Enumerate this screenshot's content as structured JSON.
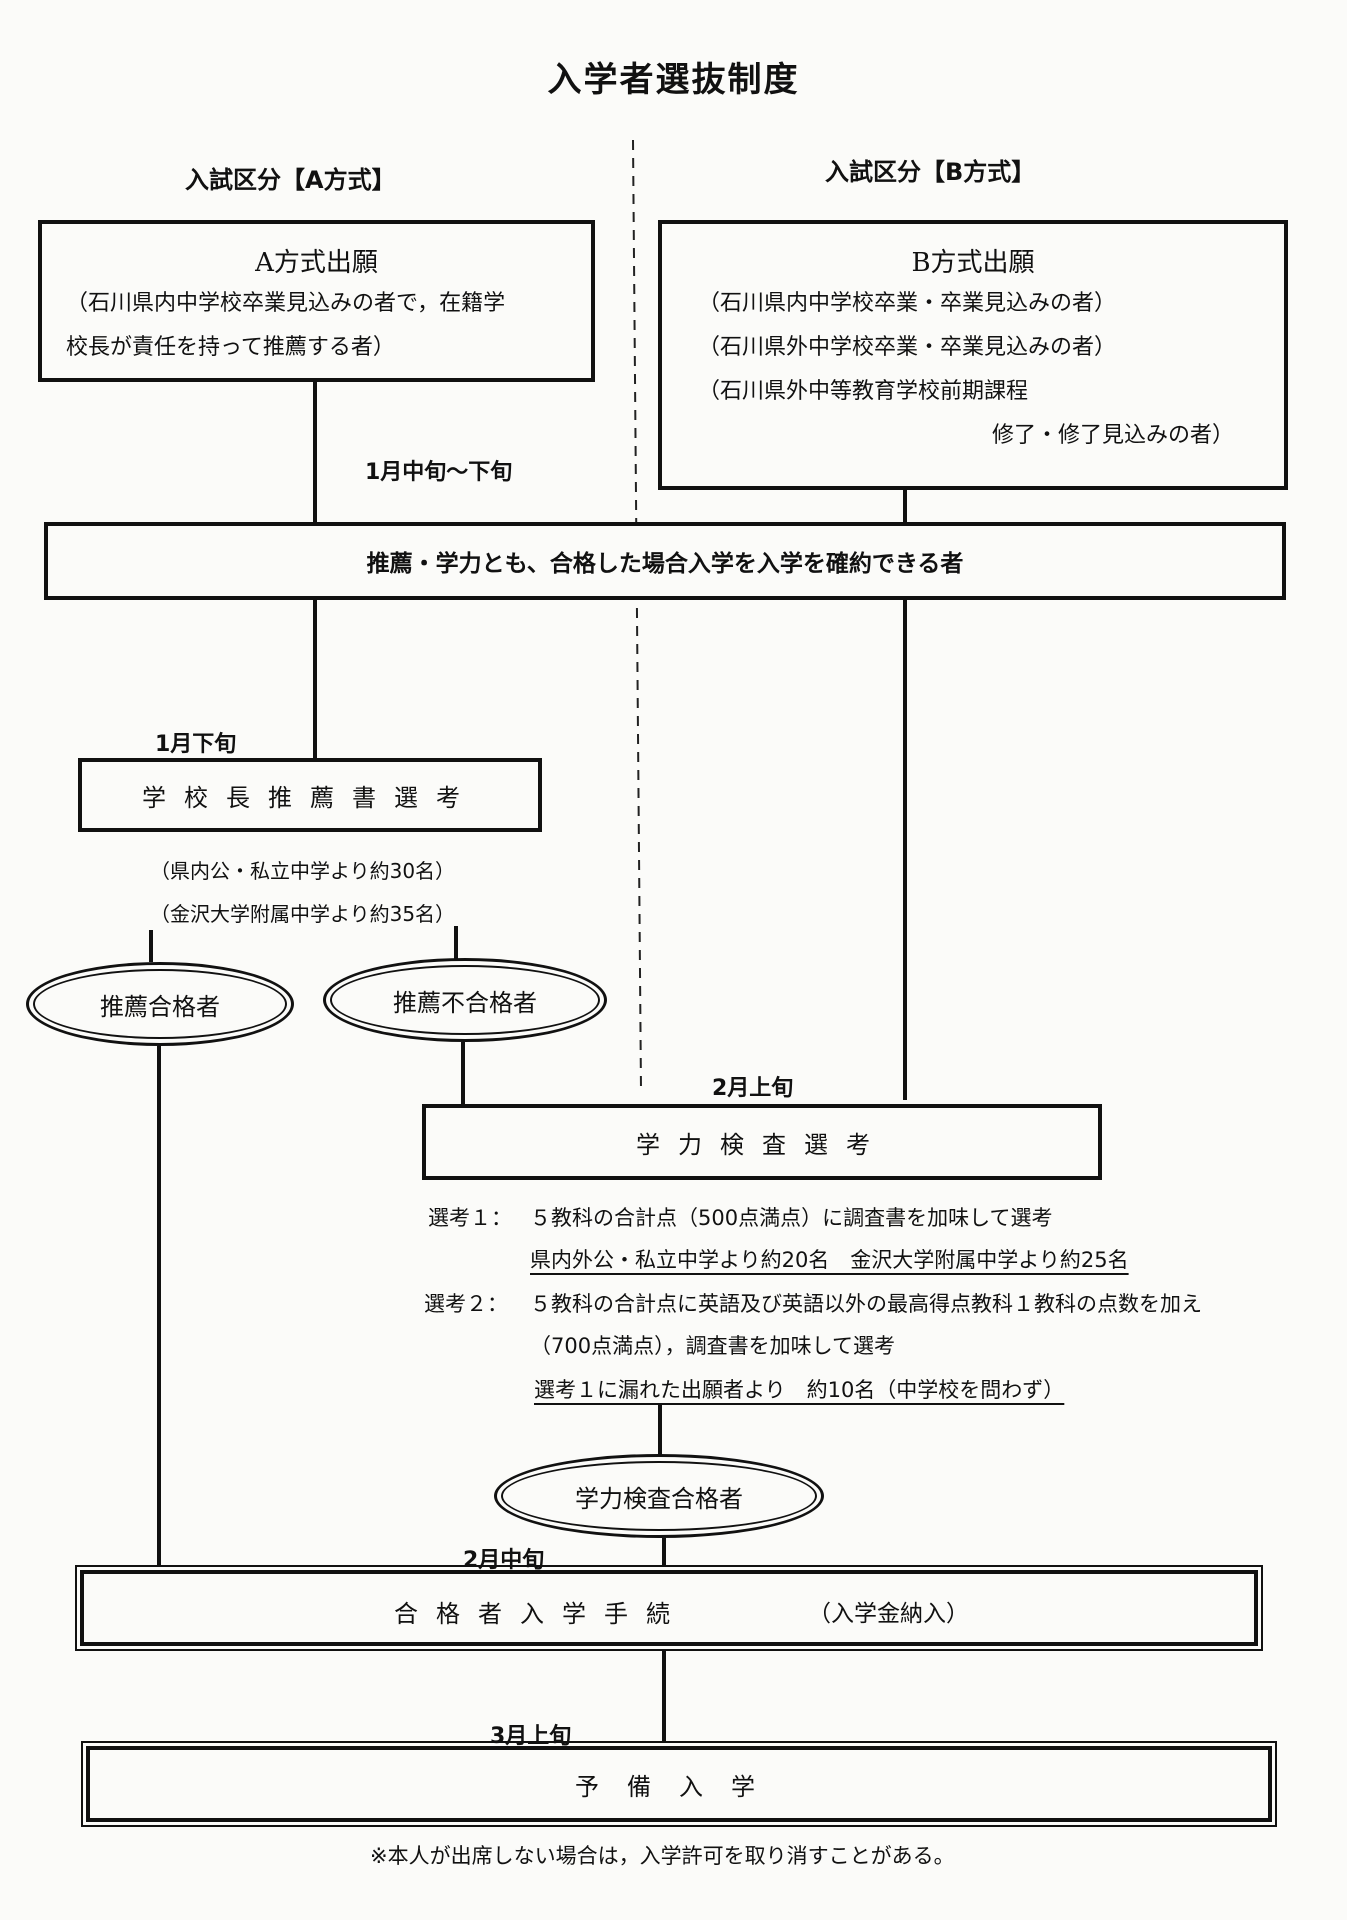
{
  "title": "入学者選抜制度",
  "column_a": {
    "header": "入試区分【A方式】",
    "box_title": "A方式出願",
    "box_lines": [
      "（石川県内中学校卒業見込みの者で，在籍学",
      "校長が責任を持って推薦する者）"
    ]
  },
  "column_b": {
    "header": "入試区分【B方式】",
    "box_title": "B方式出願",
    "box_lines": [
      "（石川県内中学校卒業・卒業見込みの者）",
      "（石川県外中学校卒業・卒業見込みの者）",
      "（石川県外中等教育学校前期課程",
      "修了・修了見込みの者）"
    ]
  },
  "dates": {
    "d1": "1月中旬～下旬",
    "d2": "1月下旬",
    "d3": "2月上旬",
    "d4": "2月中旬",
    "d5": "3月上旬"
  },
  "commit_box": "推薦・学力とも、合格した場合入学を入学を確約できる者",
  "principal_box": "学校長推薦書選考",
  "principal_notes": [
    "（県内公・私立中学より約30名）",
    "（金沢大学附属中学より約35名）"
  ],
  "ovals": {
    "rec_pass": "推薦合格者",
    "rec_fail": "推薦不合格者",
    "exam_pass": "学力検査合格者"
  },
  "exam_box": "学力検査選考",
  "selection": {
    "s1_label": "選考１：",
    "s1_text": "５教科の合計点（500点満点）に調査書を加味して選考",
    "s1_quota": "県内外公・私立中学より約20名　金沢大学附属中学より約25名",
    "s2_label": "選考２：",
    "s2_text": "５教科の合計点に英語及び英語以外の最高得点教科１教科の点数を加え",
    "s2_text2": "（700点満点），調査書を加味して選考",
    "s2_quota": "選考１に漏れた出願者より　約10名（中学校を問わず）"
  },
  "enroll_box": "合格者入学手続",
  "enroll_note": "（入学金納入）",
  "pre_box": "予備入学",
  "footnote": "※本人が出席しない場合は，入学許可を取り消すことがある。"
}
